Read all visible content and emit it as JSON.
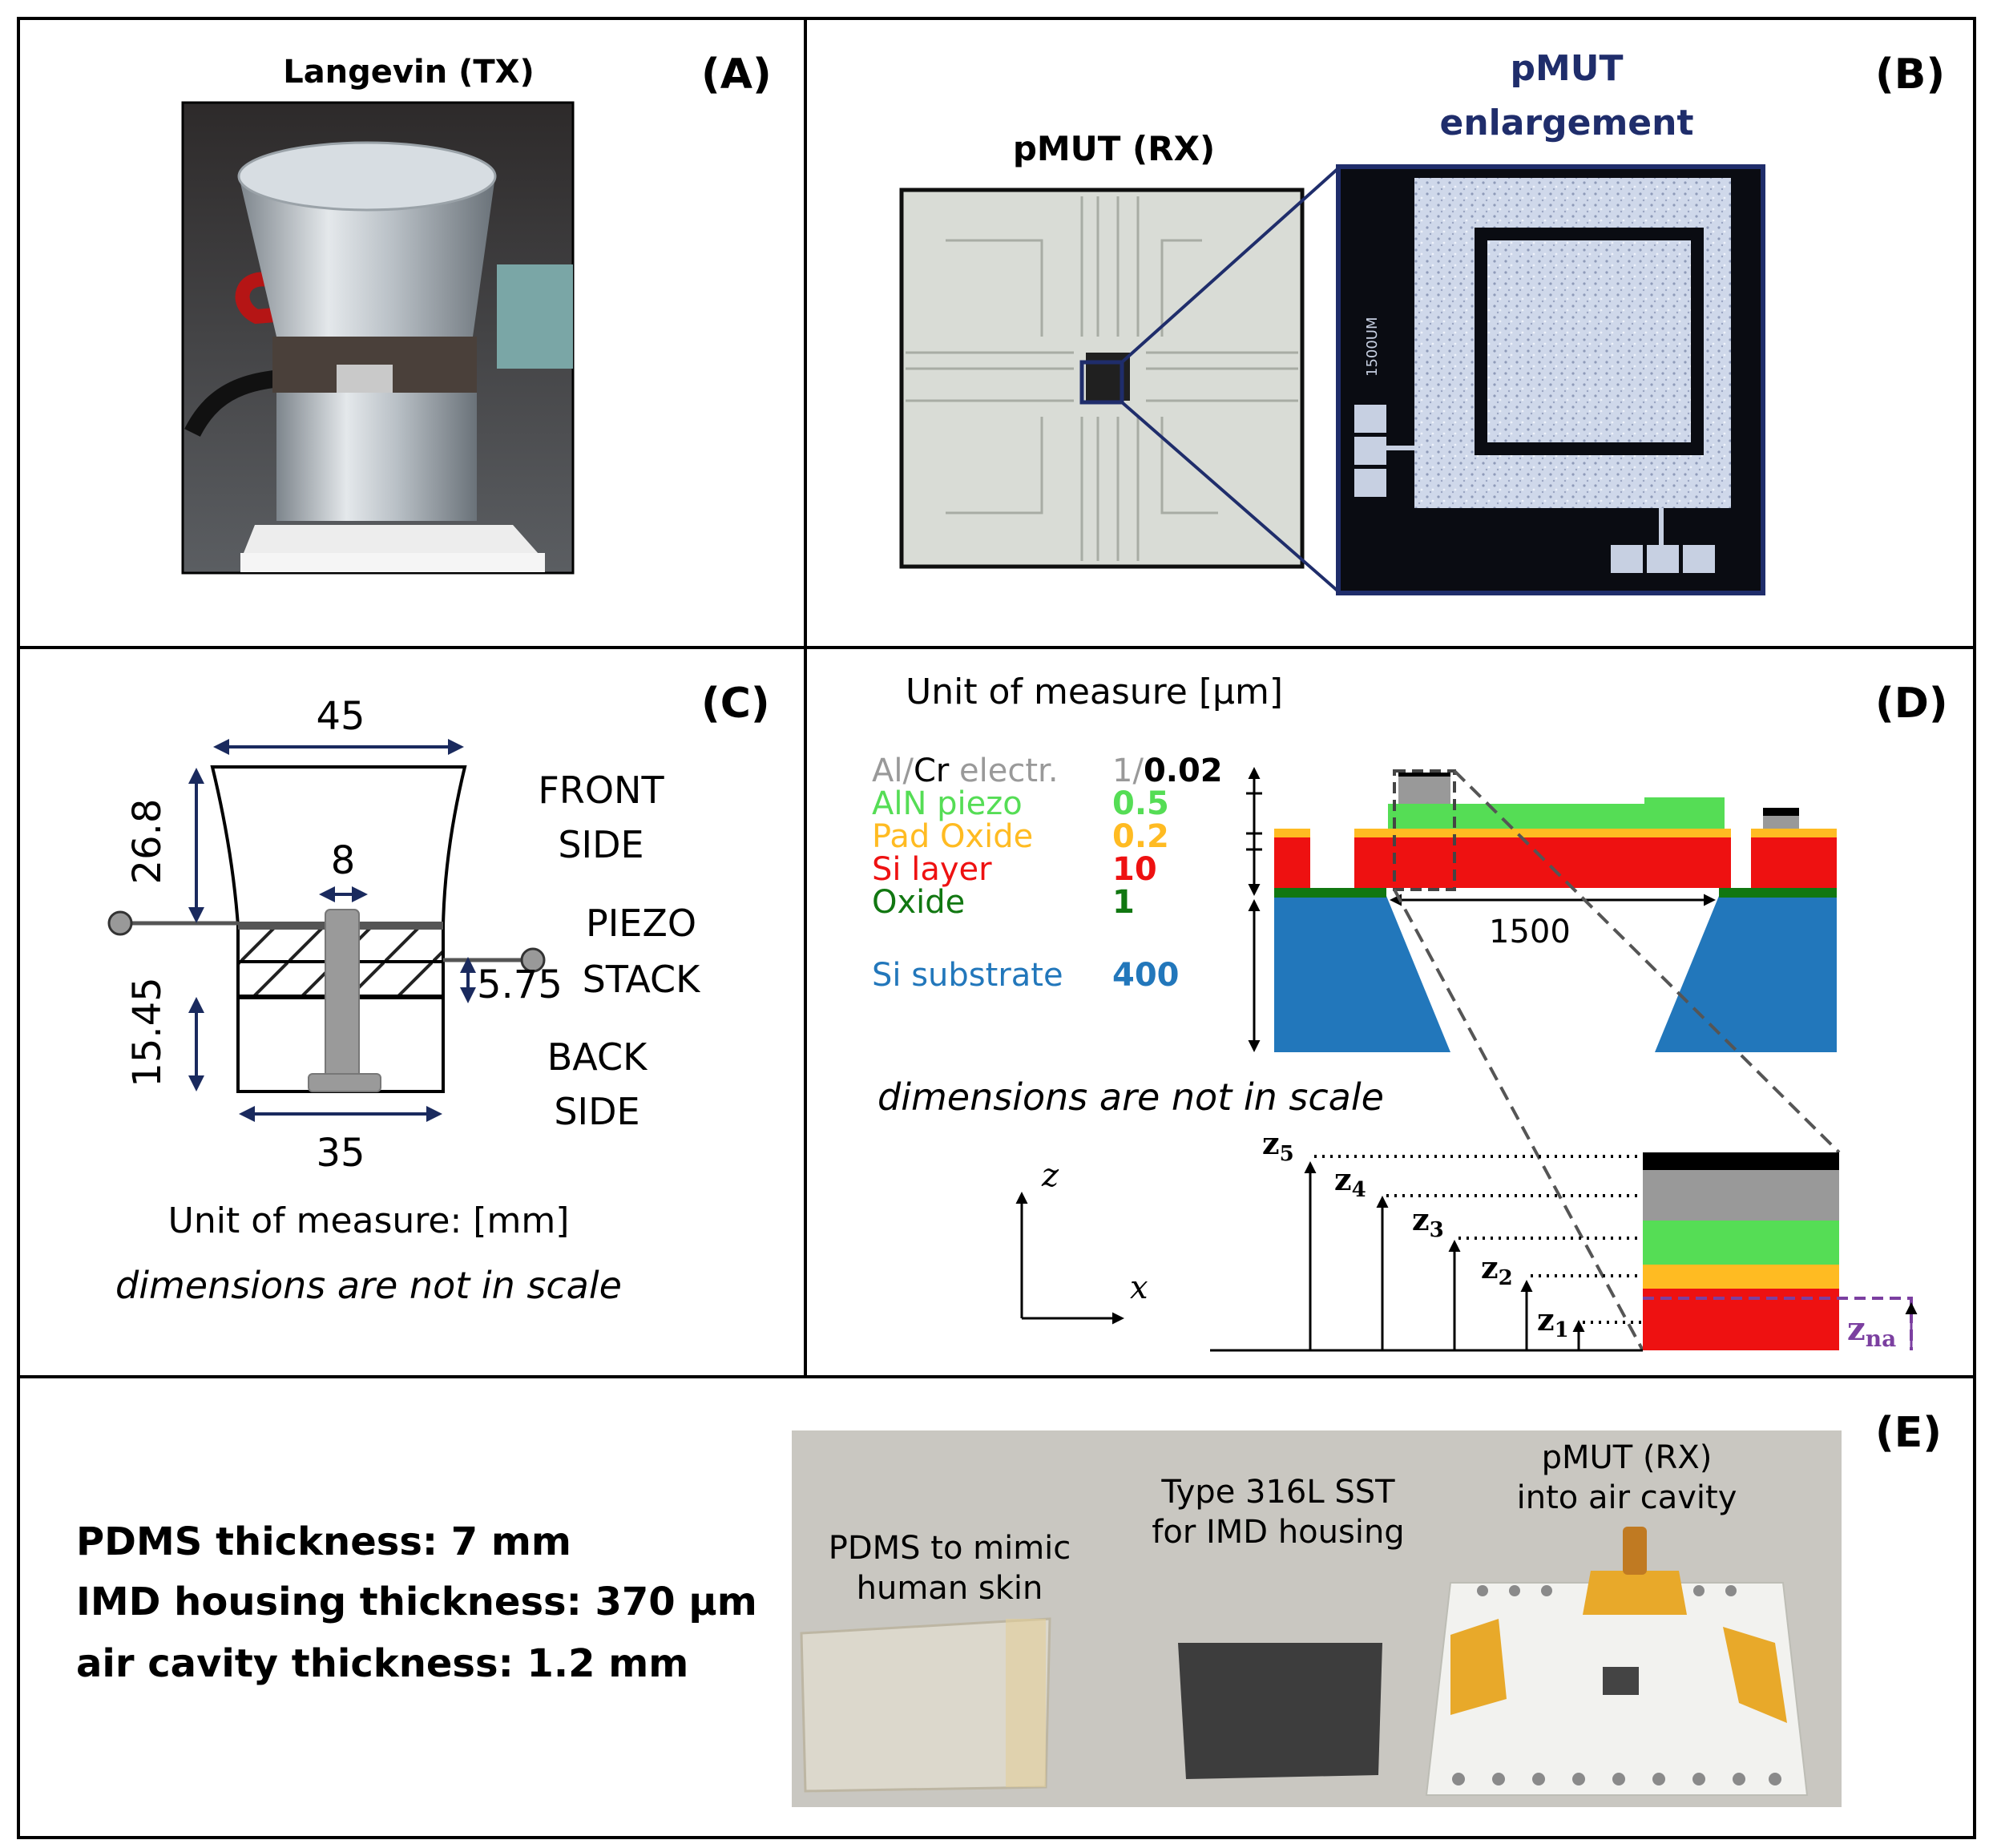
{
  "panel_labels": {
    "a": "(A)",
    "b": "(B)",
    "c": "(C)",
    "d": "(D)",
    "e": "(E)"
  },
  "panel_a": {
    "title": "Langevin (TX)"
  },
  "panel_b": {
    "left_label": "pMUT (RX)",
    "enlarge_line1": "pMUT",
    "enlarge_line2": "enlargement",
    "scale_text": "1500UM"
  },
  "panel_c": {
    "dims": {
      "top_width": "45",
      "front_height": "26.8",
      "bolt_width": "8",
      "piezo_thick": "5.75",
      "back_height": "15.45",
      "bottom_width": "35"
    },
    "labels": {
      "front1": "FRONT",
      "front2": "SIDE",
      "piezo1": "PIEZO",
      "piezo2": "STACK",
      "back1": "BACK",
      "back2": "SIDE"
    },
    "unit": "Unit of measure: [mm]",
    "note": "dimensions are not in scale"
  },
  "panel_d": {
    "unit": "Unit of measure [μm]",
    "layers": [
      {
        "name_a": "Al/",
        "name_b": "Cr",
        "name_c": " electr.",
        "val_a": "1/",
        "val_b": "0.02"
      },
      {
        "name": "AlN piezo",
        "value": "0.5",
        "color": "#55dd55"
      },
      {
        "name": "Pad Oxide",
        "value": "0.2",
        "color": "#ffbb22"
      },
      {
        "name": "Si layer",
        "value": "10",
        "color": "#ee1111"
      },
      {
        "name": "Oxide",
        "value": "1",
        "color": "#117711"
      },
      {
        "name": "Si substrate",
        "value": "400",
        "color": "#2277bb"
      }
    ],
    "colors": {
      "al": "#999999",
      "cr": "#000000"
    },
    "membrane_width": "1500",
    "note": "dimensions are not in scale",
    "axes": {
      "z": "z",
      "x": "x"
    },
    "z_labels": [
      "z",
      "z",
      "z",
      "z",
      "z"
    ],
    "z_subs": [
      "5",
      "4",
      "3",
      "2",
      "1"
    ],
    "zna": "z",
    "zna_sub": "na"
  },
  "panel_e": {
    "lines": [
      "PDMS thickness: 7 mm",
      "IMD housing thickness: 370 μm",
      "air cavity thickness: 1.2 mm"
    ],
    "photo_labels": {
      "pdms1": "PDMS to mimic",
      "pdms2": "human skin",
      "sst1": "Type 316L SST",
      "sst2": "for IMD housing",
      "pmut1": "pMUT (RX)",
      "pmut2": "into air cavity"
    }
  }
}
